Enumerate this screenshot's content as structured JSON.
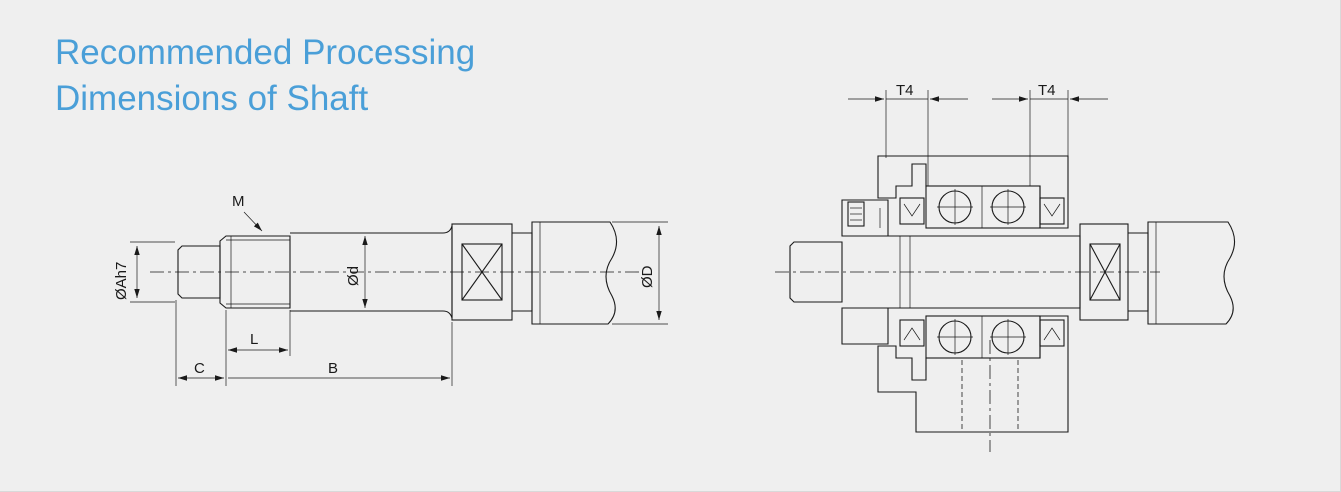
{
  "title": {
    "line1": "Recommended Processing",
    "line2": "Dimensions of Shaft"
  },
  "labels": {
    "M": "M",
    "A": "ØAh7",
    "d": "Ød",
    "D": "ØD",
    "L": "L",
    "C": "C",
    "B": "B",
    "T4_left": "T4",
    "T4_right": "T4"
  },
  "colors": {
    "title": "#4a9fd8",
    "line": "#1a1a1a",
    "background": "#efefef"
  }
}
